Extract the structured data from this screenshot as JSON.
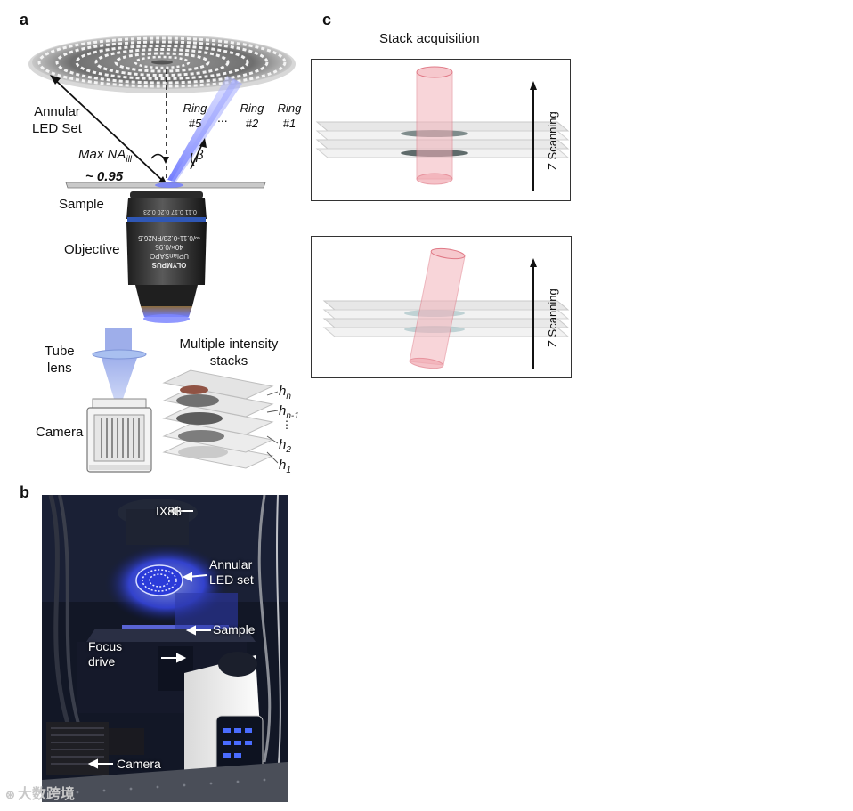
{
  "panels": {
    "a": "a",
    "b": "b",
    "c": "c"
  },
  "panel_a": {
    "annular_led_line1": "Annular",
    "annular_led_line2": "LED Set",
    "max_na_line1": "Max NA",
    "max_na_sub": "ill",
    "max_na_line2": "~ 0.95",
    "ring5_l1": "Ring",
    "ring5_l2": "#5",
    "ring_dots": "...",
    "ring2_l1": "Ring",
    "ring2_l2": "#2",
    "ring1_l1": "Ring",
    "ring1_l2": "#1",
    "beta": "β",
    "sample": "Sample",
    "objective": "Objective",
    "tube_lens_l1": "Tube",
    "tube_lens_l2": "lens",
    "camera": "Camera",
    "stacks_l1": "Multiple intensity",
    "stacks_l2": "stacks",
    "h_n": "h",
    "h_n_sub": "n",
    "h_n1": "h",
    "h_n1_sub": "n-1",
    "h_dots": "⋮",
    "h_2": "h",
    "h_2_sub": "2",
    "h_1": "h",
    "h_1_sub": "1",
    "objective_text1": "OLYMPUS",
    "objective_text2": "UPlanSAPO",
    "objective_text3": "40×/0.95",
    "objective_text4": "∞/0.11-0.23/FN26.5",
    "objective_text5": "0.11  0.17  0.20  0.23"
  },
  "panel_b": {
    "ix83": "IX83",
    "annular_l1": "Annular",
    "annular_l2": "LED set",
    "sample": "Sample",
    "focus_l1": "Focus",
    "focus_l2": "drive",
    "camera": "Camera"
  },
  "panel_c": {
    "title": "Stack acquisition",
    "z_top": "Z Scanning",
    "z_bottom": "Z Scanning"
  },
  "watermark": "大数跨境",
  "colors": {
    "led_blue": "#3b4dff",
    "beam_blue": "#7d86ff",
    "cylinder_red": "#e88a95",
    "photo_bg": "#111522"
  }
}
